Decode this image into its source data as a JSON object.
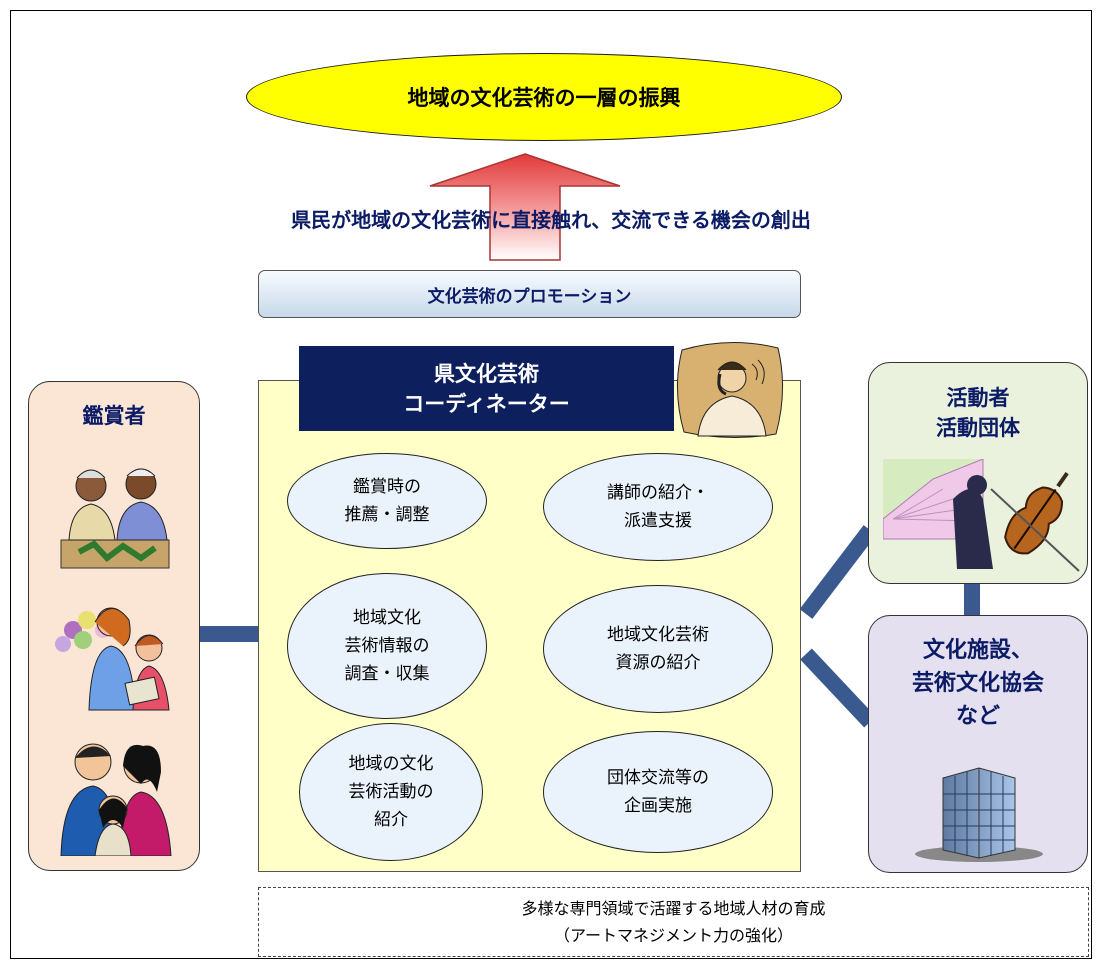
{
  "goal": "地域の文化芸術の一層の振興",
  "creation": "県民が地域の文化芸術に直接触れ、交流できる機会の創出",
  "promotion": "文化芸術のプロモーション",
  "appreciators": {
    "label": "鑑賞者"
  },
  "coordinator": {
    "title_line1": "県文化芸術",
    "title_line2": "コーディネーター",
    "roles": [
      {
        "line1": "鑑賞時の",
        "line2": "推薦・調整",
        "line3": ""
      },
      {
        "line1": "講師の紹介・",
        "line2": "派遣支援",
        "line3": ""
      },
      {
        "line1": "地域文化",
        "line2": "芸術情報の",
        "line3": "調査・収集"
      },
      {
        "line1": "地域文化芸術",
        "line2": "資源の紹介",
        "line3": ""
      },
      {
        "line1": "地域の文化",
        "line2": "芸術活動の",
        "line3": "紹介"
      },
      {
        "line1": "団体交流等の",
        "line2": "企画実施",
        "line3": ""
      }
    ]
  },
  "activists": {
    "line1": "活動者",
    "line2": "活動団体"
  },
  "facilities": {
    "line1": "文化施設、",
    "line2": "芸術文化協会",
    "line3": "など"
  },
  "development": {
    "line1": "多様な専門領域で活躍する地域人材の育成",
    "line2": "（アートマネジメント力の強化）"
  },
  "colors": {
    "goal_fill": "#ffff00",
    "coordinator_header": "#0d1f5c",
    "connector": "#3a5a8f",
    "arrow_fill": "#f48a8a"
  },
  "icons": [
    "elderly-couple-icon",
    "flower-bouquet-family-icon",
    "family-icon",
    "phone-operator-icon",
    "fan-dancer-icon",
    "violin-icon",
    "office-building-icon"
  ]
}
